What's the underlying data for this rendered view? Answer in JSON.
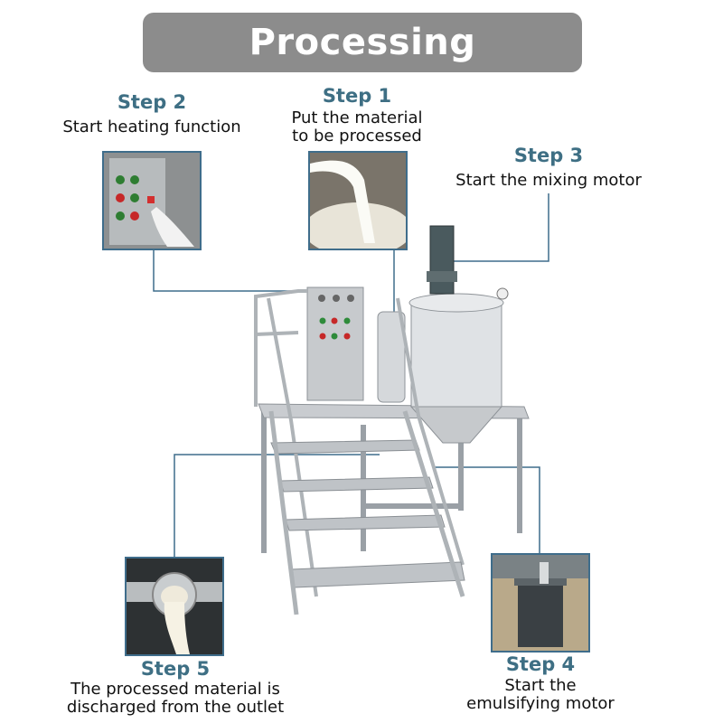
{
  "title": "Processing Procedure",
  "steps": [
    {
      "label": "Step 1",
      "desc_lines": [
        "Put the material",
        "to be processed"
      ]
    },
    {
      "label": "Step 2",
      "desc_lines": [
        "Start heating function"
      ]
    },
    {
      "label": "Step 3",
      "desc_lines": [
        "Start the mixing motor"
      ]
    },
    {
      "label": "Step 4",
      "desc_lines": [
        "Start the",
        "emulsifying motor"
      ]
    },
    {
      "label": "Step 5",
      "desc_lines": [
        "The processed material is",
        "discharged from the outlet"
      ]
    }
  ],
  "colors": {
    "title_bg": "#8c8c8c",
    "step_label": "#3e6f84",
    "connector": "#3f6d8b"
  }
}
